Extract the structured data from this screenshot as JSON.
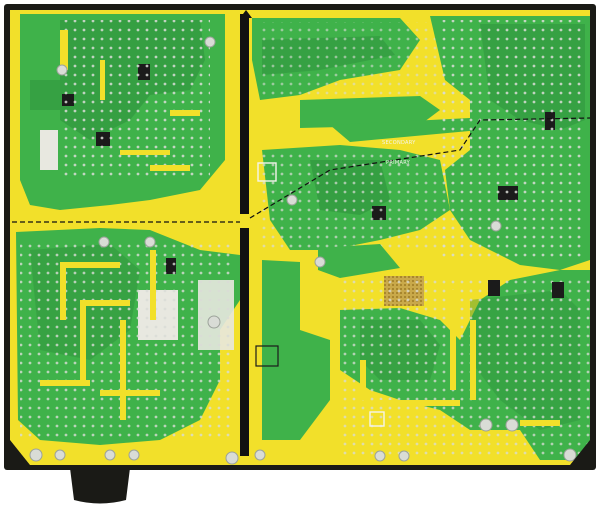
{
  "image": {
    "subject": "circuit-board",
    "colors": {
      "edge": "#1a1a16",
      "solder_mask_yellow": "#f2e02a",
      "copper_green": "#3fb24a",
      "copper_green_dark": "#2e8f3c",
      "pad_silver": "#d9dcd6",
      "outline": "#111111",
      "background": "#ffffff"
    },
    "silkscreen": {
      "secondary": "SECONDARY",
      "primary": "PRIMARY"
    }
  }
}
